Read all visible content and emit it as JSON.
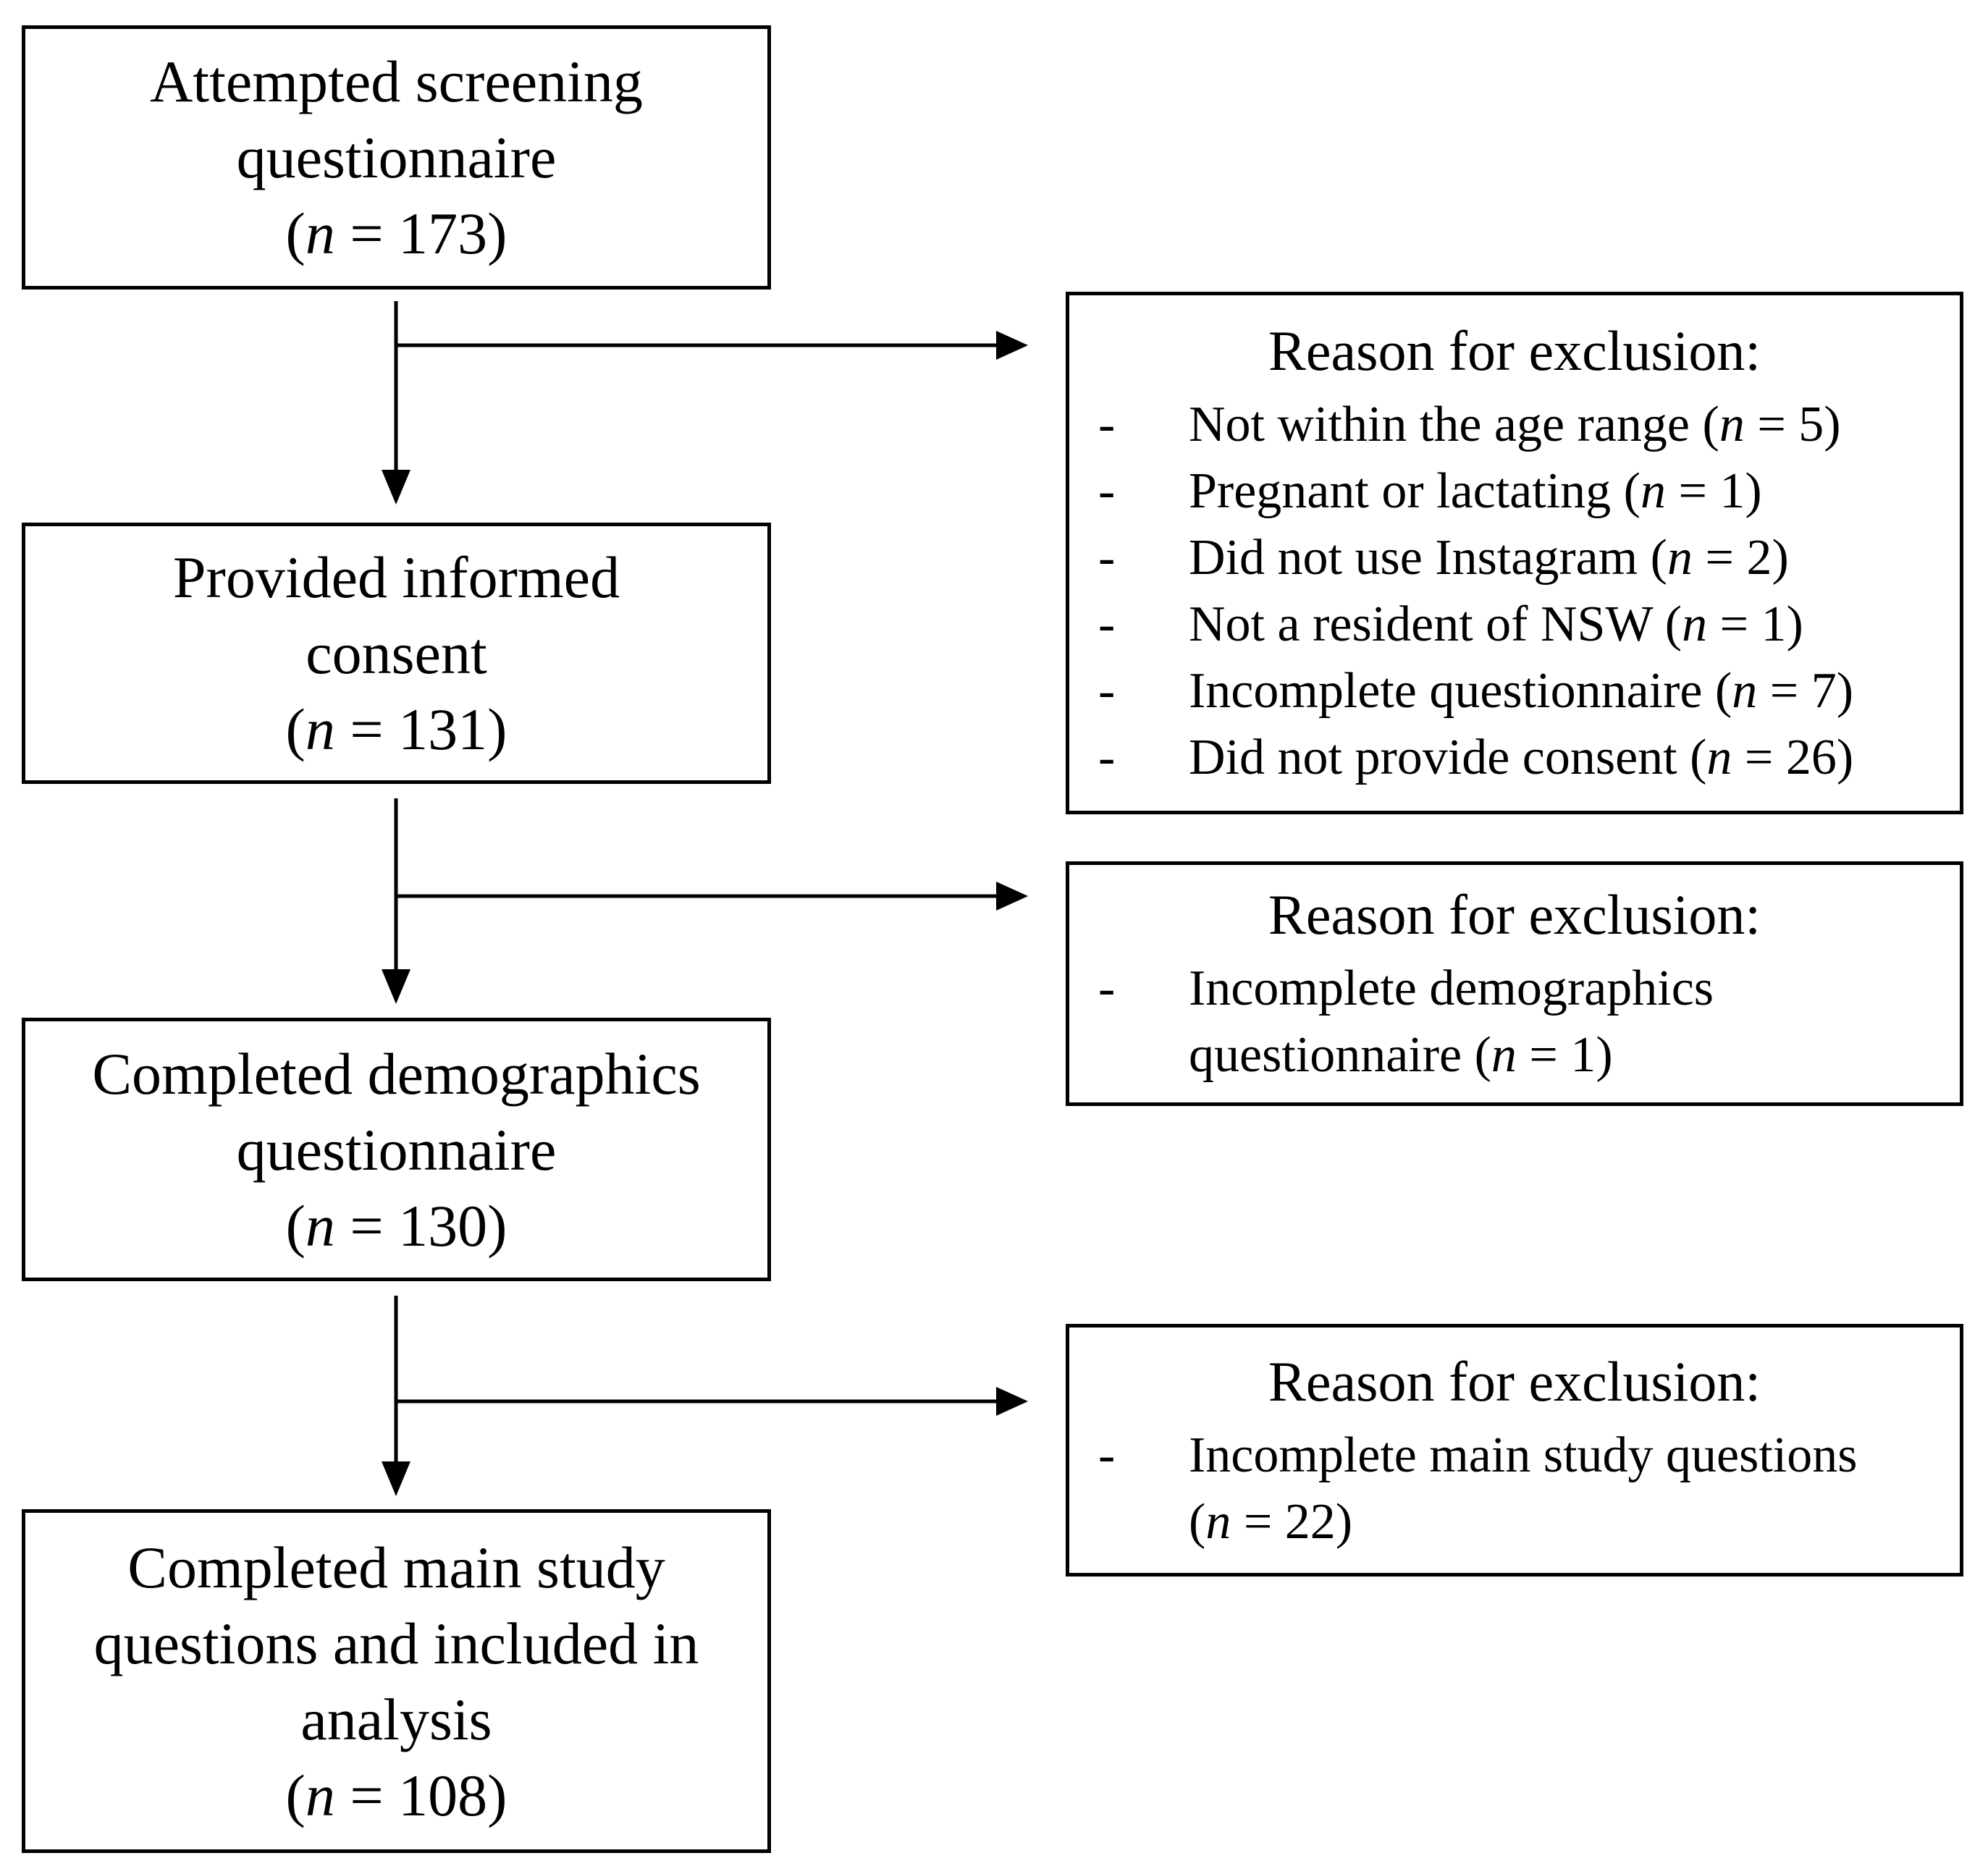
{
  "colors": {
    "ink": "#000000",
    "background": "#ffffff"
  },
  "bullet_char": "-",
  "flow_boxes": [
    {
      "name": "attempted-screening",
      "lines": [
        {
          "pre": "Attempted screening"
        },
        {
          "pre": "questionnaire"
        },
        {
          "pre": "(",
          "n": "n",
          "post": " = 173)"
        }
      ]
    },
    {
      "name": "provided-informed-consent",
      "lines": [
        {
          "pre": "Provided informed"
        },
        {
          "pre": "consent"
        },
        {
          "pre": "(",
          "n": "n",
          "post": " = 131)"
        }
      ]
    },
    {
      "name": "completed-demographics",
      "lines": [
        {
          "pre": "Completed demographics"
        },
        {
          "pre": "questionnaire"
        },
        {
          "pre": "(",
          "n": "n",
          "post": " = 130)"
        }
      ]
    },
    {
      "name": "completed-main-study",
      "lines": [
        {
          "pre": "Completed main study"
        },
        {
          "pre": "questions and included in"
        },
        {
          "pre": "analysis"
        },
        {
          "pre": "(",
          "n": "n",
          "post": " = 108)"
        }
      ]
    }
  ],
  "exclusion_boxes": [
    {
      "name": "exclusion-screening",
      "title": "Reason for exclusion:",
      "items": [
        {
          "lines": [
            {
              "pre": "Not within the age range (",
              "n": "n",
              "post": " = 5)"
            }
          ]
        },
        {
          "lines": [
            {
              "pre": "Pregnant or lactating (",
              "n": "n",
              "post": " = 1)"
            }
          ]
        },
        {
          "lines": [
            {
              "pre": "Did not use Instagram (",
              "n": "n",
              "post": " = 2)"
            }
          ]
        },
        {
          "lines": [
            {
              "pre": "Not a resident of NSW (",
              "n": "n",
              "post": " = 1)"
            }
          ]
        },
        {
          "lines": [
            {
              "pre": "Incomplete questionnaire (",
              "n": "n",
              "post": " = 7)"
            }
          ]
        },
        {
          "lines": [
            {
              "pre": "Did not provide consent (",
              "n": "n",
              "post": " = 26)"
            }
          ]
        }
      ]
    },
    {
      "name": "exclusion-demographics",
      "title": "Reason for exclusion:",
      "items": [
        {
          "lines": [
            {
              "pre": "Incomplete demographics"
            },
            {
              "pre": "questionnaire (",
              "n": "n",
              "post": " = 1)"
            }
          ]
        }
      ]
    },
    {
      "name": "exclusion-main-study",
      "title": "Reason for exclusion:",
      "items": [
        {
          "lines": [
            {
              "pre": "Incomplete main study questions"
            },
            {
              "pre": "(",
              "n": "n",
              "post": " = 22)"
            }
          ]
        }
      ]
    }
  ]
}
